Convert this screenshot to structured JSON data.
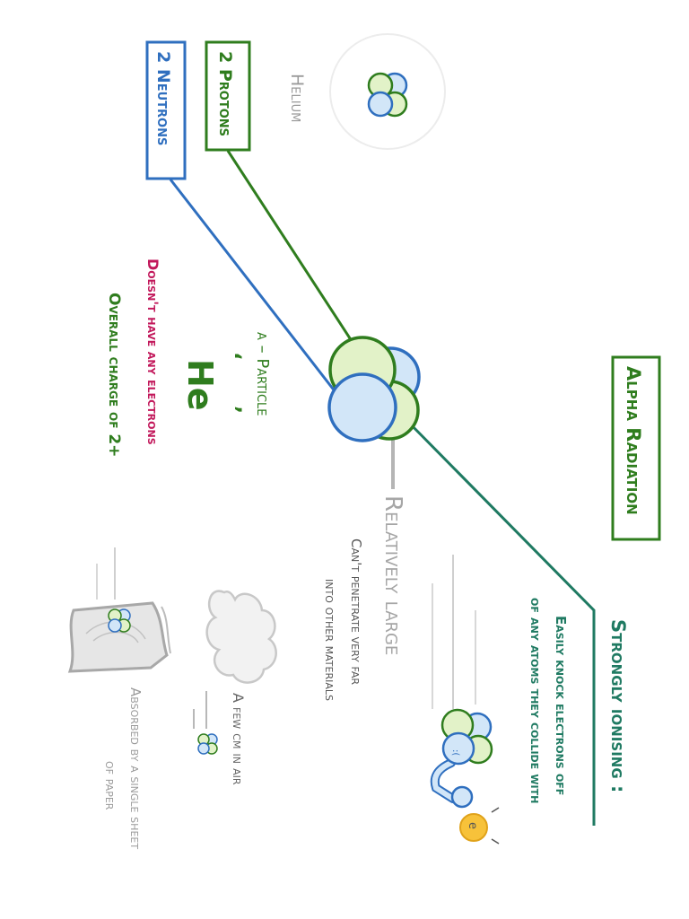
{
  "title": "Alpha Radiation",
  "helium_label": "Helium",
  "protons_label": "2 Protons",
  "neutrons_label": "2 Neutrons",
  "alpha_particle_label": "α – Particle",
  "he_symbol": "He",
  "note_no_electrons": "Doesn't have any electrons",
  "note_charge": "Overall charge of 2+",
  "relatively_large": "Relatively large",
  "cant_penetrate_line1": "Can't penetrate very far",
  "cant_penetrate_line2": "into other materials",
  "strongly_ionising": "Strongly ionising :",
  "ionising_line1": "Easily knock electrons off",
  "ionising_line2": "of any atoms they collide with",
  "few_cm_air": "A few cm in air",
  "absorbed_line1": "Absorbed by a single sheet",
  "absorbed_line2": "of paper",
  "colors": {
    "green": "#2f7d1e",
    "green_fill": "#e2f2c8",
    "blue": "#2f6fbf",
    "blue_fill": "#d2e6f8",
    "teal": "#1f7a62",
    "magenta": "#c2185b",
    "grey_text": "#9a9a9a"
  }
}
